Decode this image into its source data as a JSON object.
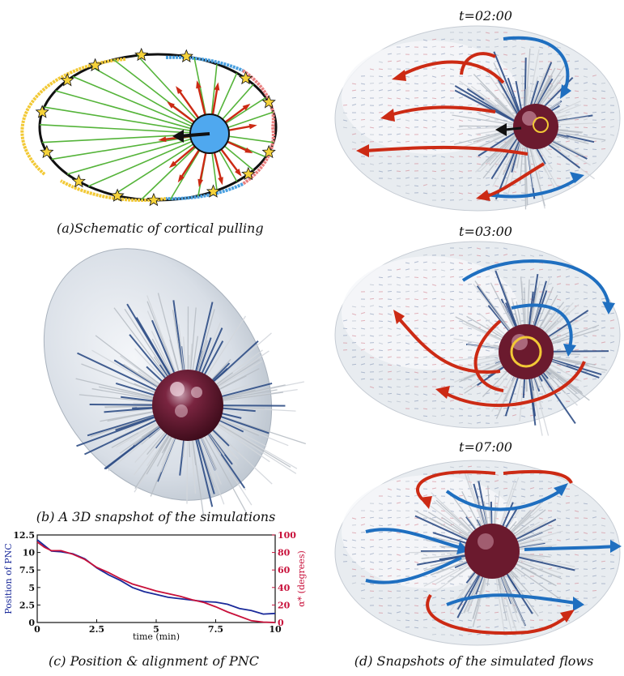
{
  "captions": {
    "a": "(a)Schematic of cortical pulling",
    "b": "(b) A 3D snapshot of the simulations",
    "c": "(c) Position & alignment of PNC",
    "d": "(d) Snapshots of the simulated flows"
  },
  "snapshots": [
    {
      "time_label": "t=02:00"
    },
    {
      "time_label": "t=03:00"
    },
    {
      "time_label": "t=07:00"
    }
  ],
  "colors": {
    "blue": "#1f6fc0",
    "red": "#cc2a14",
    "green": "#55b43a",
    "yellow": "#f2c936",
    "pnc": "#6b1a2e",
    "nucleus_blue": "#4fa8ef"
  },
  "chart_data": {
    "type": "line",
    "xlabel": "time (min)",
    "ylabel_left": "Position of PNC",
    "ylabel_right": "α* (degrees)",
    "xlim": [
      0,
      10
    ],
    "ylim_left": [
      0,
      12.5
    ],
    "ylim_right": [
      0,
      100
    ],
    "x_ticks": [
      "0",
      "2.5",
      "5",
      "7.5",
      "10"
    ],
    "y_ticks_left": [
      "0",
      "2.5",
      "5",
      "7.5",
      "10",
      "12.5"
    ],
    "y_ticks_right": [
      "0",
      "20",
      "40",
      "60",
      "80",
      "100"
    ],
    "series": [
      {
        "axis": "left",
        "color": "#1a2a9a",
        "x": [
          0,
          0.3,
          0.6,
          1.0,
          1.5,
          2.0,
          2.5,
          3.0,
          3.5,
          4.0,
          4.5,
          5.0,
          5.5,
          6.0,
          6.5,
          7.0,
          7.5,
          8.0,
          8.5,
          9.0,
          9.5,
          10.0
        ],
        "y": [
          11.8,
          11.0,
          10.2,
          10.1,
          9.8,
          9.1,
          7.8,
          6.8,
          6.0,
          5.0,
          4.4,
          4.0,
          3.6,
          3.4,
          3.2,
          3.0,
          2.9,
          2.6,
          2.0,
          1.7,
          1.2,
          1.3
        ]
      },
      {
        "axis": "right",
        "color": "#c8103a",
        "x": [
          0,
          0.3,
          0.6,
          1.0,
          1.5,
          2.0,
          2.5,
          3.0,
          3.5,
          4.0,
          4.5,
          5.0,
          5.5,
          6.0,
          6.5,
          7.0,
          7.5,
          8.0,
          8.5,
          9.0,
          9.5,
          10.0
        ],
        "y": [
          92,
          86,
          82,
          82,
          78,
          72,
          63,
          57,
          50,
          44,
          40,
          36,
          33,
          30,
          26,
          23,
          18,
          12,
          7,
          2,
          0.5,
          0
        ]
      }
    ]
  }
}
